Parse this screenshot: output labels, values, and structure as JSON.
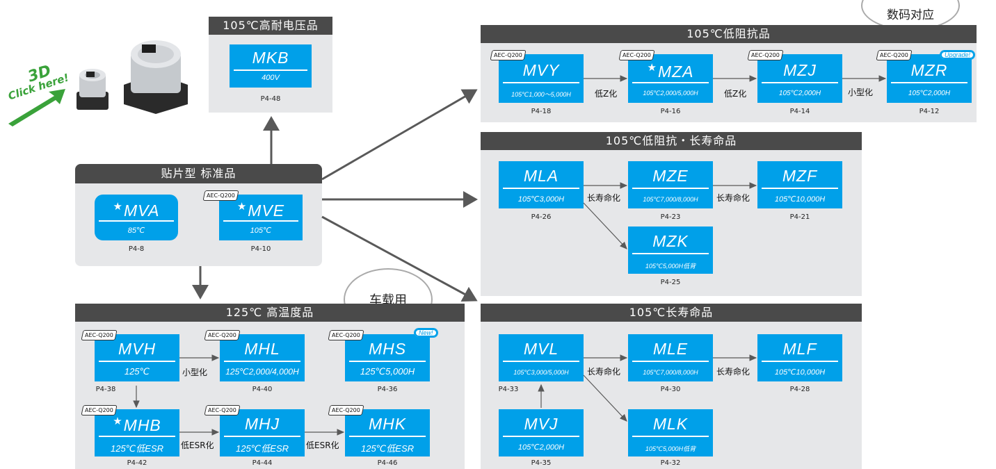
{
  "click_badge": {
    "big": "3D",
    "small": "Click here!"
  },
  "bubble_digital": "数码对应",
  "bubble_auto": "车载用",
  "aec_label": "AEC-Q200",
  "groups": {
    "highv": {
      "title": "105℃高耐电压品"
    },
    "std": {
      "title": "贴片型 标准品"
    },
    "lowz": {
      "title": "105℃低阻抗品"
    },
    "lowzlong": {
      "title": "105℃低阻抗・长寿命品"
    },
    "long": {
      "title": "105℃长寿命品"
    },
    "hightemp": {
      "title": "125℃ 高温度品"
    }
  },
  "cards": {
    "mkb": {
      "name": "MKB",
      "spec": "400V",
      "page": "P4-48"
    },
    "mva": {
      "name": "MVA",
      "spec": "85℃",
      "page": "P4-8"
    },
    "mve": {
      "name": "MVE",
      "spec": "105℃",
      "page": "P4-10"
    },
    "mvy": {
      "name": "MVY",
      "spec": "105℃1,000～5,000H",
      "page": "P4-18"
    },
    "mza": {
      "name": "MZA",
      "spec": "105℃2,000/5,000H",
      "page": "P4-16"
    },
    "mzj": {
      "name": "MZJ",
      "spec": "105℃2,000H",
      "page": "P4-14"
    },
    "mzr": {
      "name": "MZR",
      "spec": "105℃2,000H",
      "page": "P4-12"
    },
    "mla": {
      "name": "MLA",
      "spec": "105℃3,000H",
      "page": "P4-26"
    },
    "mze": {
      "name": "MZE",
      "spec": "105℃7,000/8,000H",
      "page": "P4-23"
    },
    "mzf": {
      "name": "MZF",
      "spec": "105℃10,000H",
      "page": "P4-21"
    },
    "mzk": {
      "name": "MZK",
      "spec": "105℃5,000H低背",
      "page": "P4-25"
    },
    "mvl": {
      "name": "MVL",
      "spec": "105℃3,000/5,000H",
      "page": "P4-33"
    },
    "mle": {
      "name": "MLE",
      "spec": "105℃7,000/8,000H",
      "page": "P4-30"
    },
    "mlf": {
      "name": "MLF",
      "spec": "105℃10,000H",
      "page": "P4-28"
    },
    "mvj": {
      "name": "MVJ",
      "spec": "105℃2,000H",
      "page": "P4-35"
    },
    "mlk": {
      "name": "MLK",
      "spec": "105℃5,000H低背",
      "page": "P4-32"
    },
    "mvh": {
      "name": "MVH",
      "spec": "125℃",
      "page": "P4-38"
    },
    "mhl": {
      "name": "MHL",
      "spec": "125℃2,000/4,000H",
      "page": "P4-40"
    },
    "mhs": {
      "name": "MHS",
      "spec": "125℃5,000H",
      "page": "P4-36"
    },
    "mhb": {
      "name": "MHB",
      "spec": "125℃低ESR",
      "page": "P4-42"
    },
    "mhj": {
      "name": "MHJ",
      "spec": "125℃低ESR",
      "page": "P4-44"
    },
    "mhk": {
      "name": "MHK",
      "spec": "125℃低ESR",
      "page": "P4-46"
    }
  },
  "edges": {
    "lowz": "低Z化",
    "small": "小型化",
    "longlife": "长寿命化",
    "lowesr": "低ESR化"
  },
  "flags": {
    "upgrade": "Upgrade!",
    "new": "New!"
  },
  "colors": {
    "card": "#00a0e9",
    "header": "#4a4a4a",
    "panel": "#e6e7e9",
    "arrow": "#595959",
    "badge_green": "#3aa23a"
  }
}
